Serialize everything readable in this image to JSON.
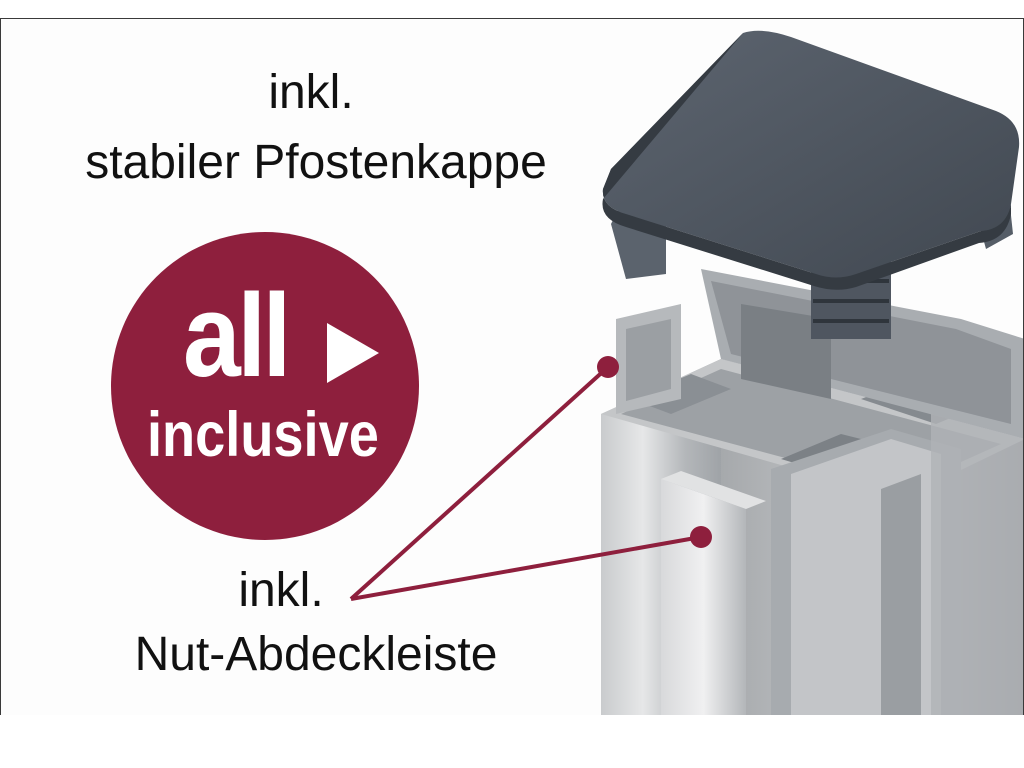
{
  "top_caption": {
    "line1": "inkl.",
    "line2": "stabiler Pfostenkappe"
  },
  "bottom_caption": {
    "line1": "inkl.",
    "line2": "Nut-Abdeckleiste"
  },
  "badge": {
    "word1": "all",
    "word2": "inclusive",
    "arrow_icon": "play-triangle-icon"
  },
  "colors": {
    "brand": "#8e1f3d",
    "text": "#111111",
    "cap": "#4a525d",
    "aluminium": "#b9bcbf"
  }
}
